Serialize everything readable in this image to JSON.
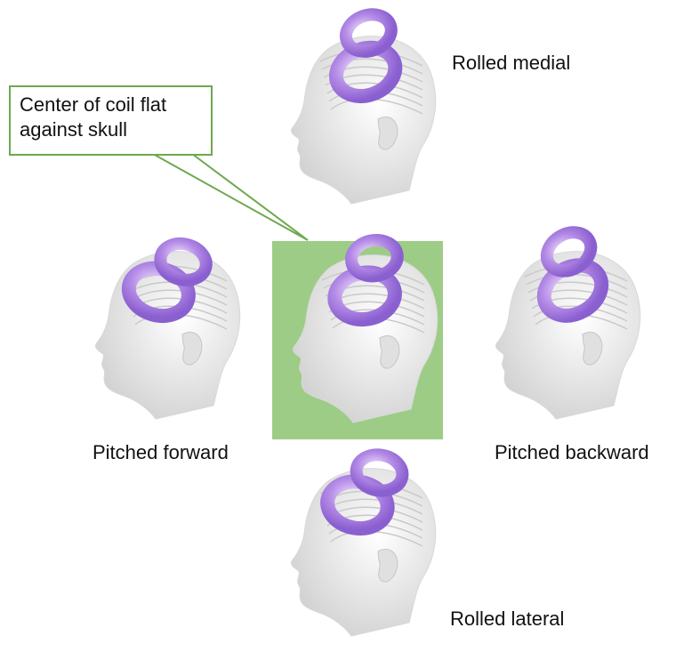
{
  "callout": {
    "line1": "Center of coil flat",
    "line2": "against skull"
  },
  "labels": {
    "rolled_medial": "Rolled medial",
    "pitched_forward": "Pitched forward",
    "pitched_backward": "Pitched backward",
    "rolled_lateral": "Rolled lateral"
  },
  "colors": {
    "highlight": "#9dcc86",
    "callout_border": "#6fa84f",
    "coil": "#b48be6",
    "head": "#ececec"
  }
}
